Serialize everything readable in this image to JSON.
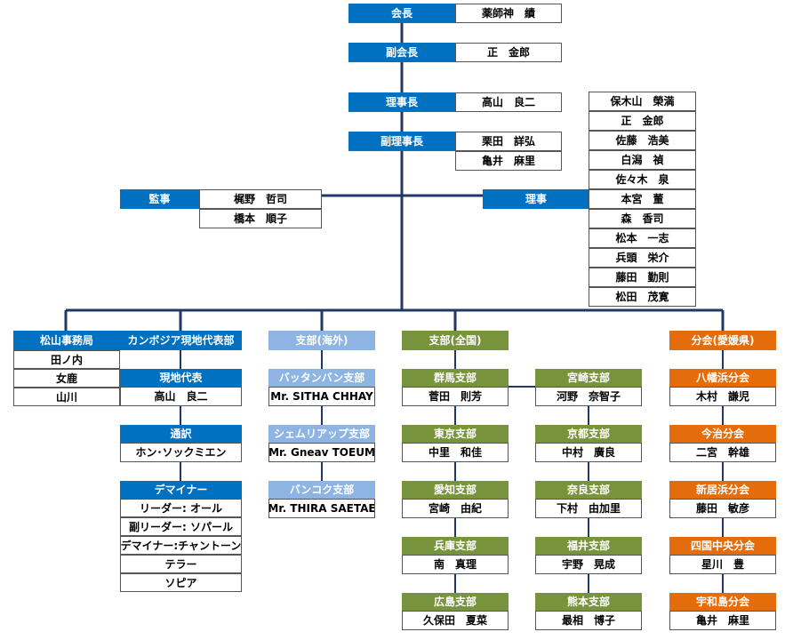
{
  "colors": {
    "blue": "#0070c0",
    "light_blue": "#8db4e2",
    "green": "#77933c",
    "orange": "#e46c0a",
    "line": "#1f3864"
  },
  "top": {
    "chairman": {
      "title": "会長",
      "name": "薬師神　績"
    },
    "vice_chairman": {
      "title": "副会長",
      "name": "正　金郎"
    },
    "director_general": {
      "title": "理事長",
      "name": "高山　良二"
    },
    "vice_director_general": {
      "title": "副理事長",
      "names": [
        "栗田　詳弘",
        "亀井　麻里"
      ]
    }
  },
  "auditors": {
    "title": "監事",
    "names": [
      "梶野　哲司",
      "橋本　順子"
    ]
  },
  "directors": {
    "title": "理事",
    "names": [
      "保木山　榮満",
      "正　金郎",
      "佐藤　浩美",
      "白潟　禎",
      "佐々木　泉",
      "本宮　董",
      "森　香司",
      "松本　一志",
      "兵頭　栄介",
      "藤田　勤則",
      "松田　茂寛"
    ]
  },
  "matsuyama": {
    "title": "松山事務局",
    "members": [
      "田ノ内",
      "女鹿",
      "山川"
    ]
  },
  "cambodia": {
    "title": "カンボジア現地代表部",
    "rep": {
      "title": "現地代表",
      "name": "高山　良二"
    },
    "interpreter": {
      "title": "通訳",
      "name": "ホン･ソックミエン"
    },
    "deminer": {
      "title": "デマイナー",
      "members": [
        "リーダー: オール",
        "副リーダー: ソパール",
        "デマイナー:チャントーン",
        "テラー",
        "ソピア"
      ]
    }
  },
  "overseas": {
    "title": "支部(海外)",
    "branches": [
      {
        "title": "バッタンバン支部",
        "name": "Mr. SITHA CHHAY"
      },
      {
        "title": "シェムリアップ支部",
        "name": "Mr. Gneav TOEUM"
      },
      {
        "title": "バンコク支部",
        "name": "Mr. THIRA SAETAE"
      }
    ]
  },
  "national": {
    "title": "支部(全国)",
    "col1": [
      {
        "title": "群馬支部",
        "name": "菅田　則芳"
      },
      {
        "title": "東京支部",
        "name": "中里　和佳"
      },
      {
        "title": "愛知支部",
        "name": "宮崎　由紀"
      },
      {
        "title": "兵庫支部",
        "name": "南　真理"
      },
      {
        "title": "広島支部",
        "name": "久保田　夏菜"
      }
    ],
    "col2": [
      {
        "title": "宮崎支部",
        "name": "河野　奈智子"
      },
      {
        "title": "京都支部",
        "name": "中村　廣良"
      },
      {
        "title": "奈良支部",
        "name": "下村　由加里"
      },
      {
        "title": "福井支部",
        "name": "宇野　晃成"
      },
      {
        "title": "熊本支部",
        "name": "最相　博子"
      }
    ]
  },
  "ehime": {
    "title": "分会(愛媛県)",
    "branches": [
      {
        "title": "八幡浜分会",
        "name": "木村　謙児"
      },
      {
        "title": "今治分会",
        "name": "二宮　幹雄"
      },
      {
        "title": "新居浜分会",
        "name": "藤田　敏彦"
      },
      {
        "title": "四国中央分会",
        "name": "星川　豊"
      },
      {
        "title": "宇和島分会",
        "name": "亀井　麻里"
      }
    ]
  }
}
